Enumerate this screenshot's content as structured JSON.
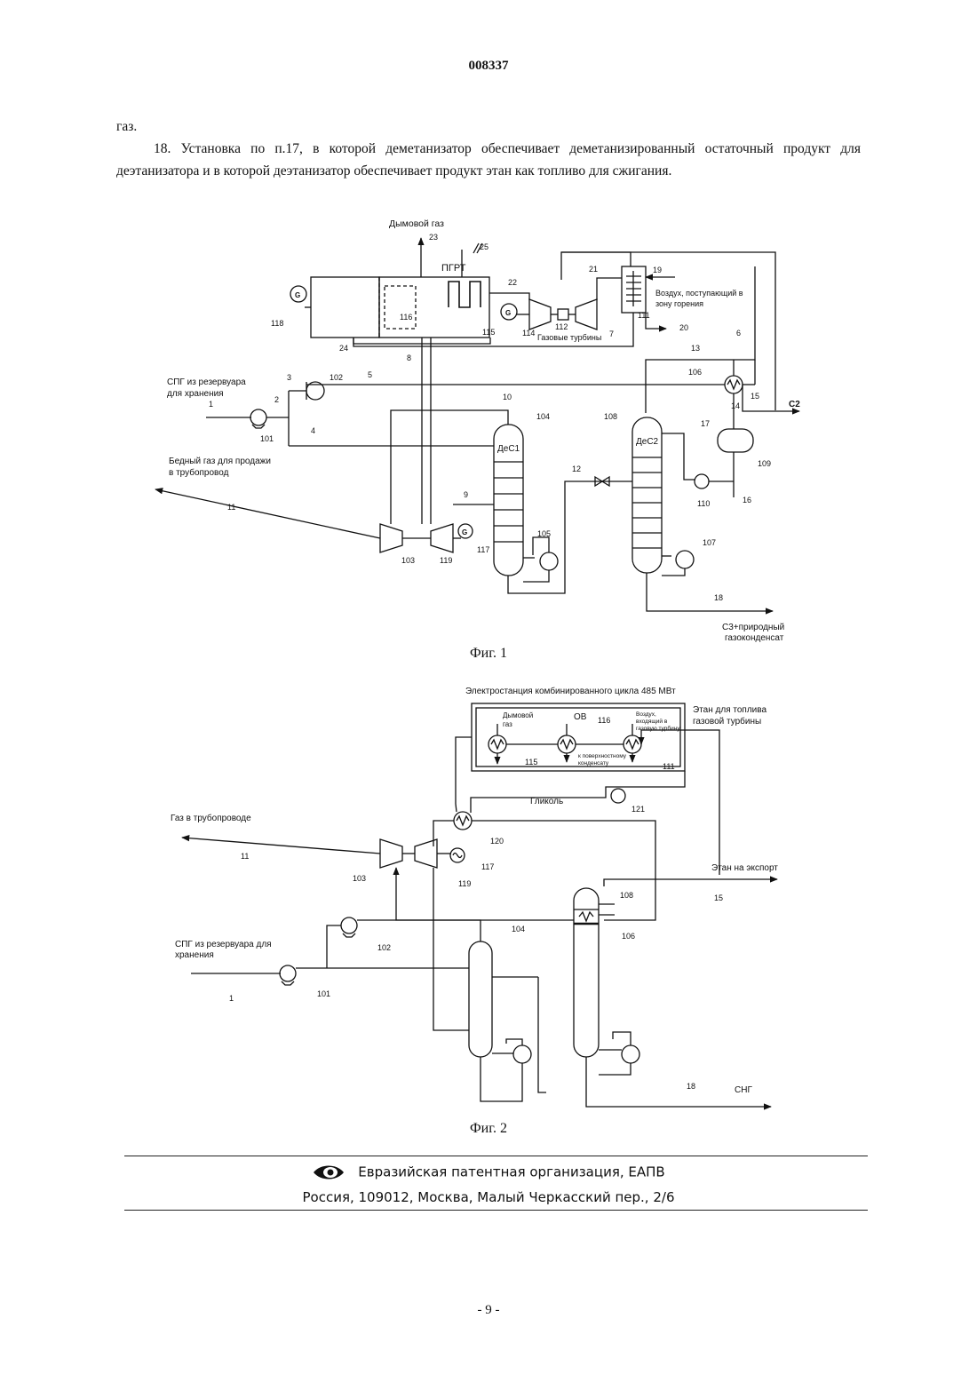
{
  "header": {
    "doc_number": "008337"
  },
  "claims": {
    "line1": "газ.",
    "claim18": "18. Установка по п.17, в которой деметанизатор обеспечивает деметанизированный остаточный продукт для деэтанизатора и в которой деэтанизатор обеспечивает продукт этан как топливо для сжигания."
  },
  "fig1": {
    "caption": "Фиг. 1",
    "labels": {
      "flue_gas": "Дымовой газ",
      "pgrt": "ПГРТ",
      "air_line1": "Воздух, поступающий в",
      "air_line2": "зону горения",
      "gas_turbines": "Газовые турбины",
      "lng_line1": "СПГ из резервуара",
      "lng_line2": "для хранения",
      "lean_line1": "Бедный газ для продажи",
      "lean_line2": "в трубопровод",
      "c2": "C2",
      "dec1": "ДеС1",
      "dec2": "ДеС2",
      "c3_line1": "C3+природный",
      "c3_line2": "газоконденсат",
      "g": "G"
    },
    "numbers": {
      "n23": "23",
      "n25": "25",
      "n21": "21",
      "n19": "19",
      "n22": "22",
      "n118": "118",
      "n116": "116",
      "n115": "115",
      "n114": "114",
      "n112": "112",
      "n111": "111",
      "n7": "7",
      "n20": "20",
      "n24": "24",
      "n8": "8",
      "n13": "13",
      "n6": "6",
      "n3": "3",
      "n102": "102",
      "n5": "5",
      "n106": "106",
      "n15": "15",
      "n14": "14",
      "n2": "2",
      "n1": "1",
      "n101": "101",
      "n10": "10",
      "n104": "104",
      "n108": "108",
      "n17": "17",
      "n4": "4",
      "n109": "109",
      "n12": "12",
      "n11": "11",
      "n110": "110",
      "n16": "16",
      "n9": "9",
      "n117": "117",
      "n105": "105",
      "n107": "107",
      "n103": "103",
      "n119": "119",
      "n18": "18"
    }
  },
  "fig2": {
    "caption": "Фиг. 2",
    "labels": {
      "power_plant": "Электростанция комбинированного цикла 485 МВт",
      "flue_gas_line1": "Дымовой",
      "flue_gas_line2": "газ",
      "ov": "ОВ",
      "air_line1": "Воздух,",
      "air_line2": "входящий в",
      "air_line3": "газовую турбину",
      "ethane_fuel_line1": "Этан для топлива",
      "ethane_fuel_line2": "газовой турбины",
      "cond_line1": "к поверхностному",
      "cond_line2": "конденсату",
      "glycol": "Гликоль",
      "pipeline_gas": "Газ в трубопроводе",
      "ethane_export": "Этан на экспорт",
      "lng_line1": "СПГ из резервуара для",
      "lng_line2": "хранения",
      "ngl": "СНГ"
    },
    "numbers": {
      "n116": "116",
      "n115": "115",
      "n111": "111",
      "n121": "121",
      "n120": "120",
      "n11": "11",
      "n103": "103",
      "n117": "117",
      "n119": "119",
      "n108": "108",
      "n15": "15",
      "n102": "102",
      "n104": "104",
      "n106": "106",
      "n101": "101",
      "n1": "1",
      "n18": "18"
    }
  },
  "footer": {
    "org": "Евразийская патентная организация, ЕАПВ",
    "address": "Россия, 109012, Москва, Малый Черкасский пер., 2/6"
  },
  "page_number": "- 9 -"
}
